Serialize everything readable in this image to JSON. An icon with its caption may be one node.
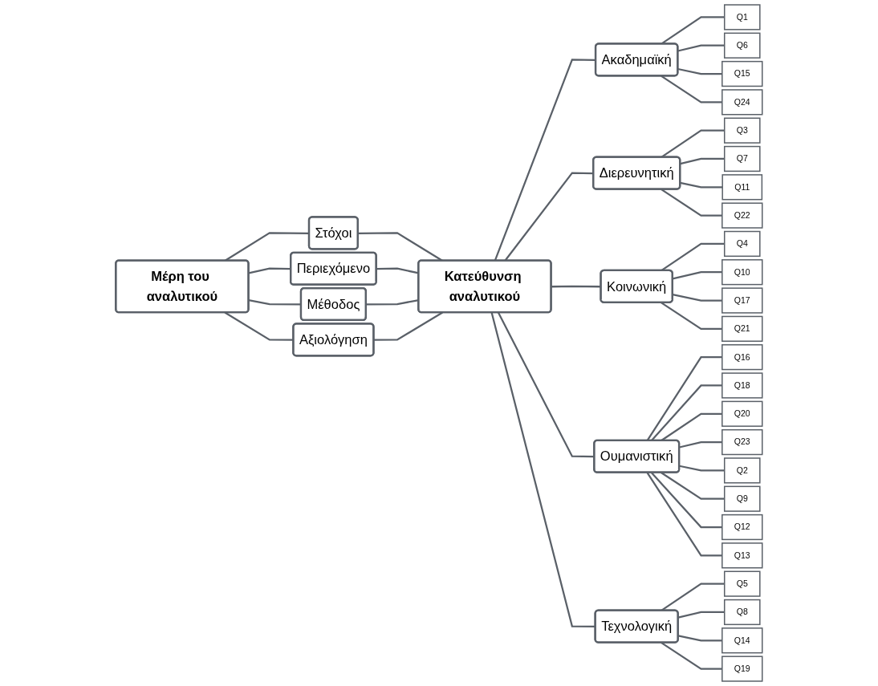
{
  "diagram": {
    "nodes": [
      {
        "text": [
          "Μέρη του αναλυτικού"
        ]
      },
      {
        "text": [
          "Στόχοι"
        ]
      },
      {
        "text": [
          "Περιεχόμενο"
        ]
      },
      {
        "text": [
          "Μέθοδος"
        ]
      },
      {
        "text": [
          "Αξιολόγηση"
        ]
      },
      {
        "text": [
          "Κατεύθυνση αναλυτικού"
        ]
      },
      {
        "text": [
          "Ακαδημαϊκή"
        ]
      },
      {
        "text": [
          "Διερευνητική"
        ]
      },
      {
        "text": [
          "Κοινωνική"
        ]
      },
      {
        "text": [
          "Ουμανιστική"
        ]
      },
      {
        "text": [
          "Τεχνολογική"
        ]
      },
      {
        "text": [
          "Q1"
        ]
      },
      {
        "text": [
          "Q6"
        ]
      },
      {
        "text": [
          "Q15"
        ]
      },
      {
        "text": [
          "Q24"
        ]
      },
      {
        "text": [
          "Q3"
        ]
      },
      {
        "text": [
          "Q7"
        ]
      },
      {
        "text": [
          "Q11"
        ]
      },
      {
        "text": [
          "Q22"
        ]
      },
      {
        "text": [
          "Q4"
        ]
      },
      {
        "text": [
          "Q10"
        ]
      },
      {
        "text": [
          "Q17"
        ]
      },
      {
        "text": [
          "Q21"
        ]
      },
      {
        "text": [
          "Q16"
        ]
      },
      {
        "text": [
          "Q18"
        ]
      },
      {
        "text": [
          "Q20"
        ]
      },
      {
        "text": [
          "Q23"
        ]
      },
      {
        "text": [
          "Q2"
        ]
      },
      {
        "text": [
          "Q9"
        ]
      },
      {
        "text": [
          "Q12"
        ]
      },
      {
        "text": [
          "Q13"
        ]
      },
      {
        "text": [
          "Q5"
        ]
      },
      {
        "text": [
          "Q8"
        ]
      },
      {
        "text": [
          "Q14"
        ]
      },
      {
        "text": [
          "Q19"
        ]
      }
    ],
    "edges": [
      {
        "from": 0,
        "to": 1,
        "arrow": "none"
      },
      {
        "from": 0,
        "to": 2,
        "arrow": "none"
      },
      {
        "from": 0,
        "to": 3,
        "arrow": "none"
      },
      {
        "from": 0,
        "to": 4,
        "arrow": "none"
      },
      {
        "from": 1,
        "to": 5,
        "arrow": "none"
      },
      {
        "from": 2,
        "to": 5,
        "arrow": "none"
      },
      {
        "from": 3,
        "to": 5,
        "arrow": "none"
      },
      {
        "from": 4,
        "to": 5,
        "arrow": "none"
      },
      {
        "from": 5,
        "to": 6,
        "arrow": "none"
      },
      {
        "from": 5,
        "to": 7,
        "arrow": "none"
      },
      {
        "from": 5,
        "to": 8,
        "arrow": "none"
      },
      {
        "from": 5,
        "to": 9,
        "arrow": "none"
      },
      {
        "from": 5,
        "to": 10,
        "arrow": "none"
      },
      {
        "from": 6,
        "to": 11,
        "arrow": "none"
      },
      {
        "from": 6,
        "to": 12,
        "arrow": "none"
      },
      {
        "from": 6,
        "to": 13,
        "arrow": "none"
      },
      {
        "from": 6,
        "to": 14,
        "arrow": "none"
      },
      {
        "from": 7,
        "to": 15,
        "arrow": "none"
      },
      {
        "from": 7,
        "to": 16,
        "arrow": "none"
      },
      {
        "from": 7,
        "to": 17,
        "arrow": "none"
      },
      {
        "from": 7,
        "to": 18,
        "arrow": "none"
      },
      {
        "from": 8,
        "to": 19,
        "arrow": "none"
      },
      {
        "from": 8,
        "to": 20,
        "arrow": "none"
      },
      {
        "from": 8,
        "to": 21,
        "arrow": "none"
      },
      {
        "from": 8,
        "to": 22,
        "arrow": "none"
      },
      {
        "from": 9,
        "to": 23,
        "arrow": "none"
      },
      {
        "from": 9,
        "to": 24,
        "arrow": "none"
      },
      {
        "from": 9,
        "to": 25,
        "arrow": "none"
      },
      {
        "from": 9,
        "to": 26,
        "arrow": "none"
      },
      {
        "from": 9,
        "to": 27,
        "arrow": "none"
      },
      {
        "from": 9,
        "to": 28,
        "arrow": "none"
      },
      {
        "from": 9,
        "to": 29,
        "arrow": "none"
      },
      {
        "from": 9,
        "to": 30,
        "arrow": "none"
      },
      {
        "from": 10,
        "to": 31,
        "arrow": "none"
      },
      {
        "from": 10,
        "to": 32,
        "arrow": "none"
      },
      {
        "from": 10,
        "to": 33,
        "arrow": "none"
      },
      {
        "from": 10,
        "to": 34,
        "arrow": "none"
      }
    ]
  }
}
